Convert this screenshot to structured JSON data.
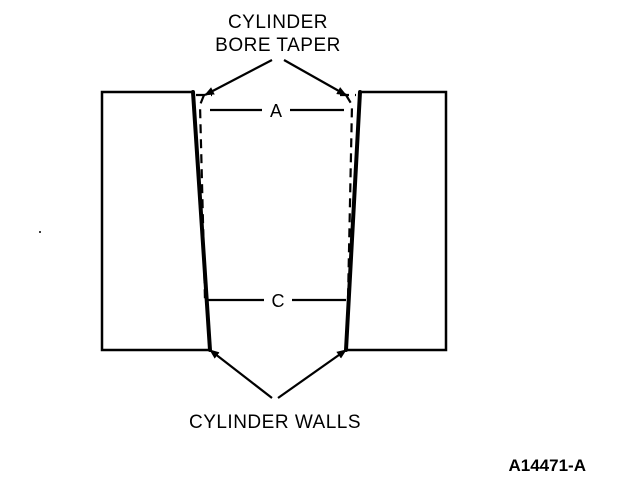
{
  "labels": {
    "bore_taper_line1": "CYLINDER",
    "bore_taper_line2": "BORE TAPER",
    "dimension_top": "A",
    "dimension_bottom": "C",
    "cylinder_walls": "CYLINDER WALLS",
    "figure_id": "A14471-A"
  },
  "colors": {
    "ink": "#000000",
    "paper": "#ffffff"
  }
}
